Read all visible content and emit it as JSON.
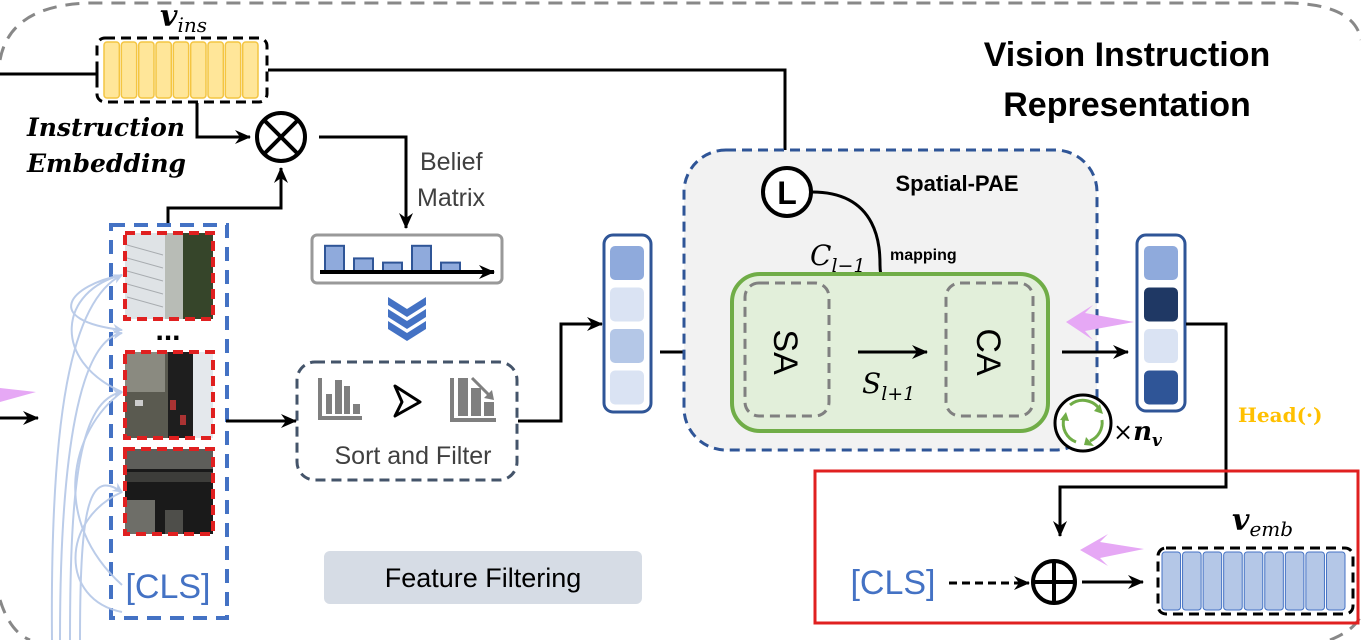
{
  "title": {
    "line1": "Vision Instruction",
    "line2": "Representation"
  },
  "instruction": {
    "vector_symbol": "v",
    "vector_subscript": "ins",
    "label_line1": "Instruction",
    "label_line2": "Embedding",
    "cells": 9,
    "color": "#FFE699"
  },
  "belief": {
    "label_line1": "Belief",
    "label_line2": "Matrix",
    "bars": [
      0.9,
      0.45,
      0.3,
      0.9,
      0.3
    ]
  },
  "sort_filter": {
    "label": "Sort and Filter",
    "arrow_glyph": "⊳"
  },
  "feature_filtering": {
    "label": "Feature Filtering"
  },
  "patches": {
    "ellipsis": "...",
    "cls_label": "[CLS]"
  },
  "filtered_tokens": {
    "colors": [
      "#8FAADC",
      "#DAE3F3",
      "#B4C7E7",
      "#DAE3F3"
    ]
  },
  "spatial_pae": {
    "title": "Spatial-PAE",
    "l_symbol": "L",
    "c_symbol": "C",
    "c_subscript": "l−1",
    "mapping_label": "mapping",
    "sa_label": "SA",
    "ca_label": "CA",
    "s_symbol": "S",
    "s_subscript": "l+1",
    "repeat_prefix": "×",
    "repeat_symbol": "n",
    "repeat_subscript": "v"
  },
  "output_tokens": {
    "colors": [
      "#8FAADC",
      "#1F3864",
      "#DAE3F3",
      "#2F5597"
    ]
  },
  "head": {
    "label": "Head(·)",
    "color": "#FFC000"
  },
  "embedding": {
    "cls_label": "[CLS]",
    "vector_symbol": "v",
    "vector_subscript": "emb",
    "cells": 9,
    "color": "#B4C7E7"
  },
  "colors": {
    "blue_accent": "#4472C4",
    "red_box": "#E02020",
    "green": "#70AD47",
    "pink_arrow": "#E6A8F5",
    "dark_blue": "#2F5597"
  }
}
